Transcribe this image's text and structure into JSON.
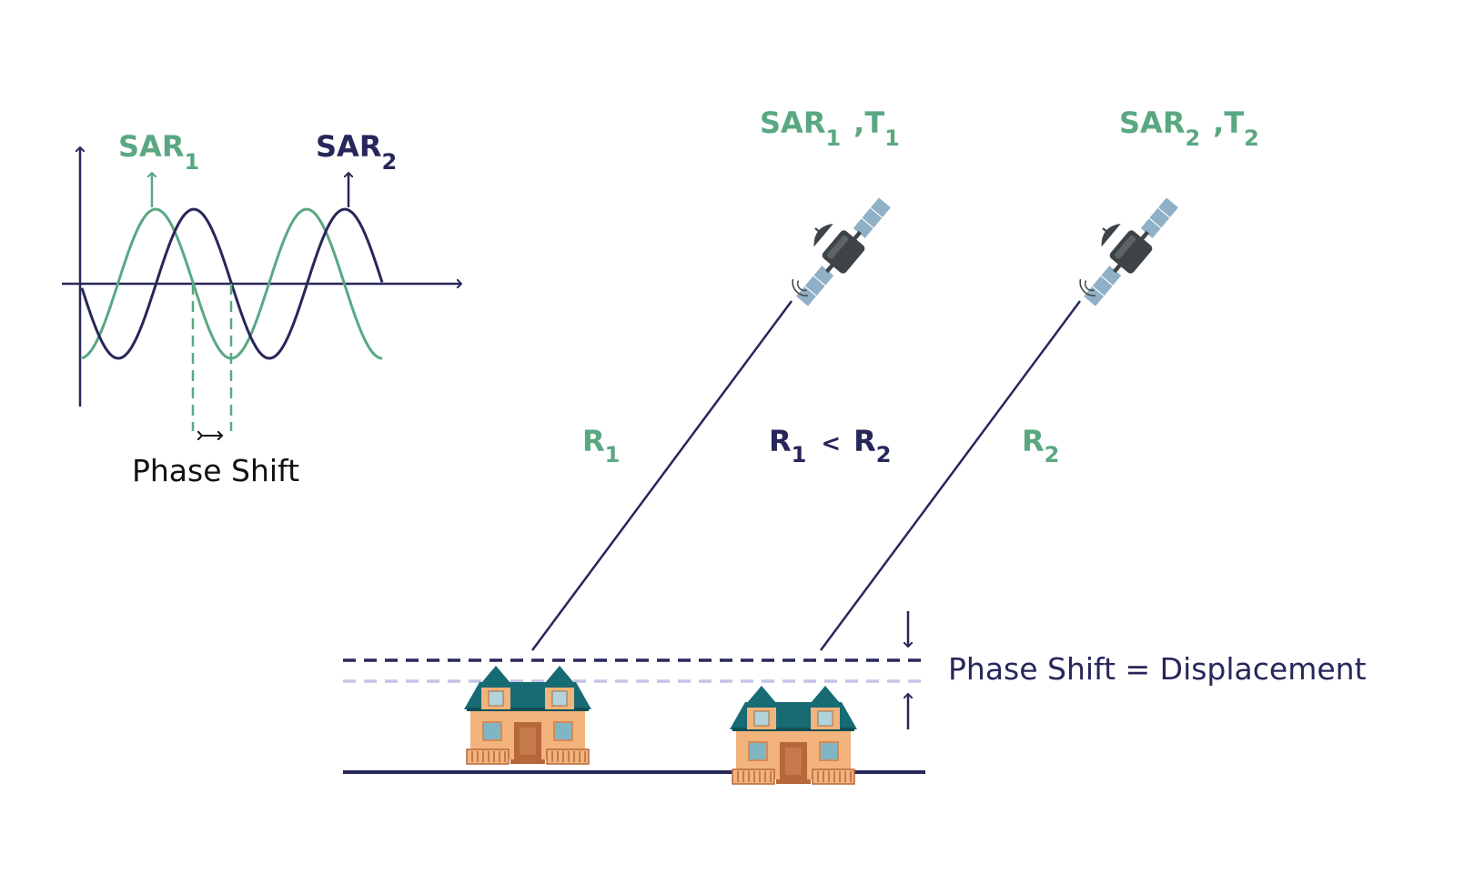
{
  "colors": {
    "green": "#5aa882",
    "navy": "#27275a",
    "dashed_light": "#c4c4e8",
    "house_wall": "#f2b37c",
    "house_roof": "#176b73",
    "house_trim": "#d48a55",
    "satellite_body": "#3d4347",
    "satellite_panel": "#8fb0c6"
  },
  "wave_panel": {
    "sar1_label": {
      "base": "SAR",
      "sub": "1"
    },
    "sar2_label": {
      "base": "SAR",
      "sub": "2"
    },
    "phase_shift_label": "Phase Shift"
  },
  "satellite_1": {
    "label_base": "SAR",
    "label_sub": "1",
    "time_base": ",T",
    "time_sub": "1",
    "icon": "satellite-icon"
  },
  "satellite_2": {
    "label_base": "SAR",
    "label_sub": "2",
    "time_base": ",T",
    "time_sub": "2",
    "icon": "satellite-icon"
  },
  "range_labels": {
    "r1": {
      "base": "R",
      "sub": "1"
    },
    "r2": {
      "base": "R",
      "sub": "2"
    },
    "comparison": {
      "a_base": "R",
      "a_sub": "1",
      "op": "<",
      "b_base": "R",
      "b_sub": "2"
    }
  },
  "ground": {
    "house_1": {
      "icon": "house-icon"
    },
    "house_2": {
      "icon": "house-icon"
    },
    "displacement_label": "Phase Shift = Displacement"
  }
}
